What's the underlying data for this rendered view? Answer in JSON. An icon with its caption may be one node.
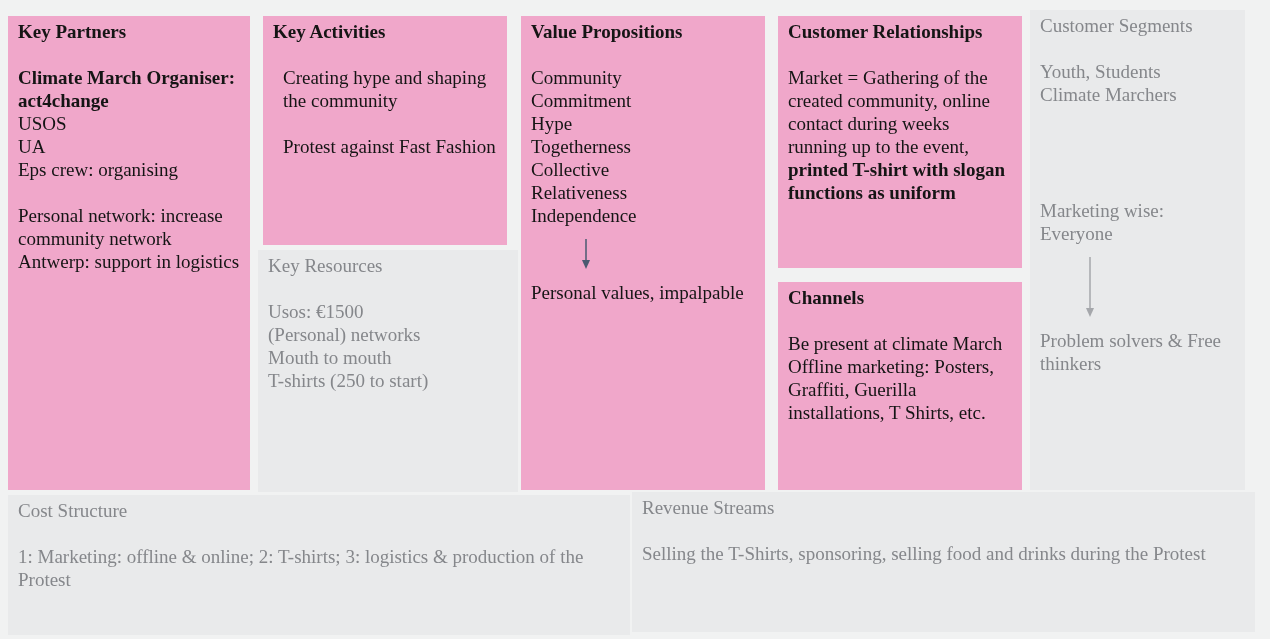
{
  "diagram": {
    "nodes": [
      {
        "text": [
          "Key Partners",
          "Climate March Organiser: act4change",
          "USOS",
          "UA",
          "Eps crew: organising",
          "Personal network: increase community network",
          "Antwerp: support in logistics"
        ]
      },
      {
        "text": [
          "Key Activities",
          "Creating hype and shaping the community",
          "Protest against Fast Fashion"
        ]
      },
      {
        "text": [
          "Key Resources",
          "Usos: €1500",
          "(Personal) networks",
          "Mouth to mouth",
          "T-shirts (250 to start)"
        ]
      },
      {
        "text": [
          "Value Propositions",
          "Community",
          "Commitment",
          "Hype",
          "Togetherness",
          "Collective",
          "Relativeness",
          "Independence",
          "Personal values, impalpable"
        ]
      },
      {
        "text": [
          "Customer Relationships",
          "Market = Gathering of the created community, online contact during weeks running up to the event, **printed T-shirt with slogan functions as uniform**"
        ]
      },
      {
        "text": [
          "Channels",
          "Be present at climate March",
          "Offline marketing: Posters, Graffiti, Guerilla installations, T Shirts, etc."
        ]
      },
      {
        "text": [
          "Customer Segments",
          "Youth, Students",
          "Climate Marchers",
          "Marketing wise: Everyone",
          "Problem solvers & Free thinkers"
        ]
      },
      {
        "text": [
          "Cost Structure",
          "1: Marketing: offline & online; 2: T-shirts; 3: logistics & production of the Protest"
        ]
      },
      {
        "text": [
          "Revenue Streams",
          "Selling the T-Shirts, sponsoring, selling food and drinks during the Protest"
        ]
      }
    ]
  }
}
